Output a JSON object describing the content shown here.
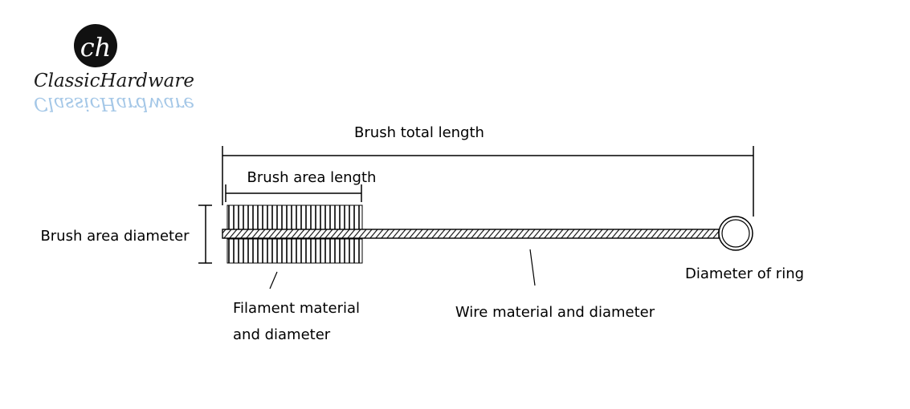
{
  "logo": {
    "wordmark": "ClassicHardware",
    "monogram": "ch"
  },
  "labels": {
    "total_length": "Brush total length",
    "area_length": "Brush area length",
    "area_diameter": "Brush area diameter",
    "ring_diameter": "Diameter of ring",
    "filament_line1": "Filament material",
    "filament_line2": "and diameter",
    "wire": "Wire material and diameter"
  },
  "colors": {
    "line": "#000000",
    "logo_reflection": "#5b9bd5"
  }
}
